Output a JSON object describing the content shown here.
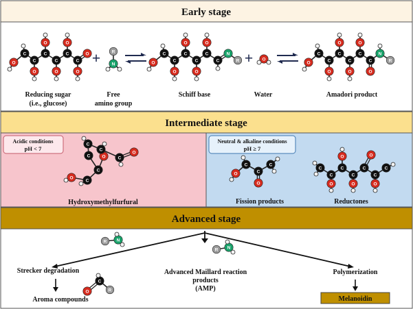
{
  "stages": {
    "early": "Early stage",
    "intermediate": "Intermediate stage",
    "advanced": "Advanced stage"
  },
  "early": {
    "reducing_sugar": [
      "Reducing sugar",
      "(i.e., glucose)"
    ],
    "free_amino": [
      "Free",
      "amino group"
    ],
    "schiff_base": "Schiff base",
    "water": "Water",
    "amadori": "Amadori product",
    "plus": "+"
  },
  "intermediate": {
    "acidic_box": [
      "Acidic conditions",
      "pH < 7"
    ],
    "neutral_box": [
      "Neutral & alkaline conditions",
      "pH ≥ 7"
    ],
    "hmf": "Hydroxymethylfurfural",
    "fission": "Fission products",
    "reductones": "Reductones"
  },
  "advanced": {
    "strecker": "Strecker degradation",
    "aroma": "Aroma compounds",
    "amp": [
      "Advanced Maillard reaction",
      "products",
      "(AMP)"
    ],
    "polymerization": "Polymerization",
    "melanoidin": "Melanoidin"
  },
  "atom_labels": {
    "carbon": "C",
    "oxygen": "O",
    "nitrogen": "N",
    "r_group": "R"
  },
  "colors": {
    "early_header": "#fdf3e3",
    "intermediate_header": "#fbe08e",
    "advanced_header": "#bf8f00",
    "acidic_panel": "#f7c5cc",
    "neutral_panel": "#c2daf0",
    "carbon": "#111111",
    "oxygen": "#d62b1e",
    "nitrogen": "#1aa36b",
    "hydrogen": "#f2f2f2",
    "r_group": "#9a9a9a",
    "arrow": "#1f2a4f"
  }
}
